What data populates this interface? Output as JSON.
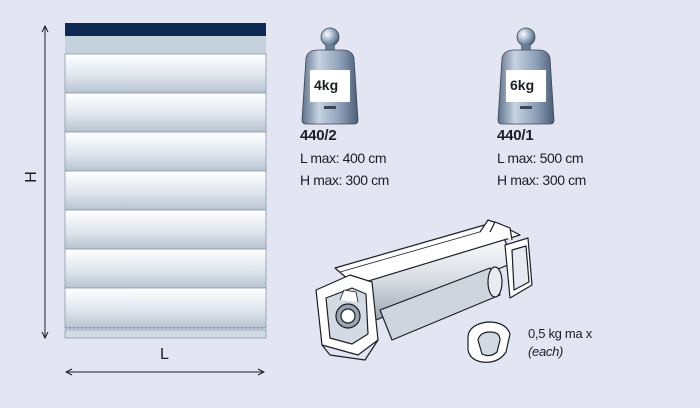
{
  "dimensions": {
    "height_label": "H",
    "length_label": "L"
  },
  "weights": [
    {
      "badge": "4kg",
      "model": "440/2",
      "l_max": "L max: 400 cm",
      "h_max": "H max: 300 cm"
    },
    {
      "badge": "6kg",
      "model": "440/1",
      "l_max": "L max: 500 cm",
      "h_max": "H max: 300 cm"
    }
  ],
  "clip": {
    "weight": "0,5 kg ma x",
    "note": "(each)"
  },
  "colors": {
    "background": "#e3e6f2",
    "slat_top": "#ffffff",
    "slat_bottom": "#b7c4d0",
    "head_rail": "#0f2a52",
    "weight_metal": "#8fa4bf",
    "weight_label": "#ffffff",
    "line": "#1b1e26"
  }
}
